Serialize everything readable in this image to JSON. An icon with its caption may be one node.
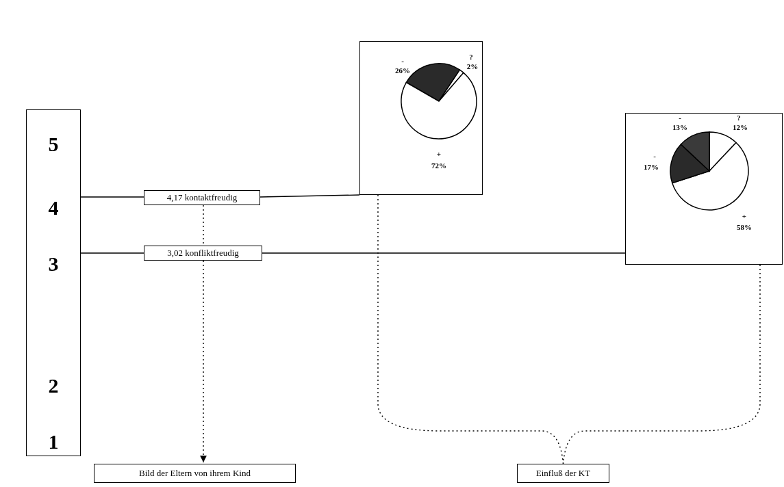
{
  "diagram": {
    "nodes": [
      {
        "text": [
          "5",
          "4",
          "3",
          "2",
          "1"
        ]
      },
      {
        "text": [
          "4,17 kontaktfreudig"
        ]
      },
      {
        "text": [
          "3,02 konfliktfreudig"
        ]
      },
      {
        "text": [
          "-",
          "26%",
          "?",
          "2%",
          "+",
          "72%"
        ]
      },
      {
        "text": [
          "-",
          "13%",
          "?",
          "12%",
          "-",
          "17%",
          "+",
          "58%"
        ]
      },
      {
        "text": [
          "Bild der Eltern von ihrem Kind"
        ]
      },
      {
        "text": [
          "Einfluß der KT"
        ]
      }
    ],
    "edges": [
      {
        "from": 0,
        "to": 1,
        "arrow": "none"
      },
      {
        "from": 1,
        "to": 3,
        "arrow": "none"
      },
      {
        "from": 0,
        "to": 2,
        "arrow": "none"
      },
      {
        "from": 2,
        "to": 4,
        "arrow": "none"
      },
      {
        "from": 1,
        "to": 2,
        "arrow": "none",
        "style": "dashed"
      },
      {
        "from": 2,
        "to": 5,
        "arrow": "to",
        "style": "dashed"
      },
      {
        "from": 3,
        "to": 6,
        "arrow": "none",
        "style": "dashed"
      },
      {
        "from": 4,
        "to": 6,
        "arrow": "none",
        "style": "dashed"
      }
    ]
  }
}
